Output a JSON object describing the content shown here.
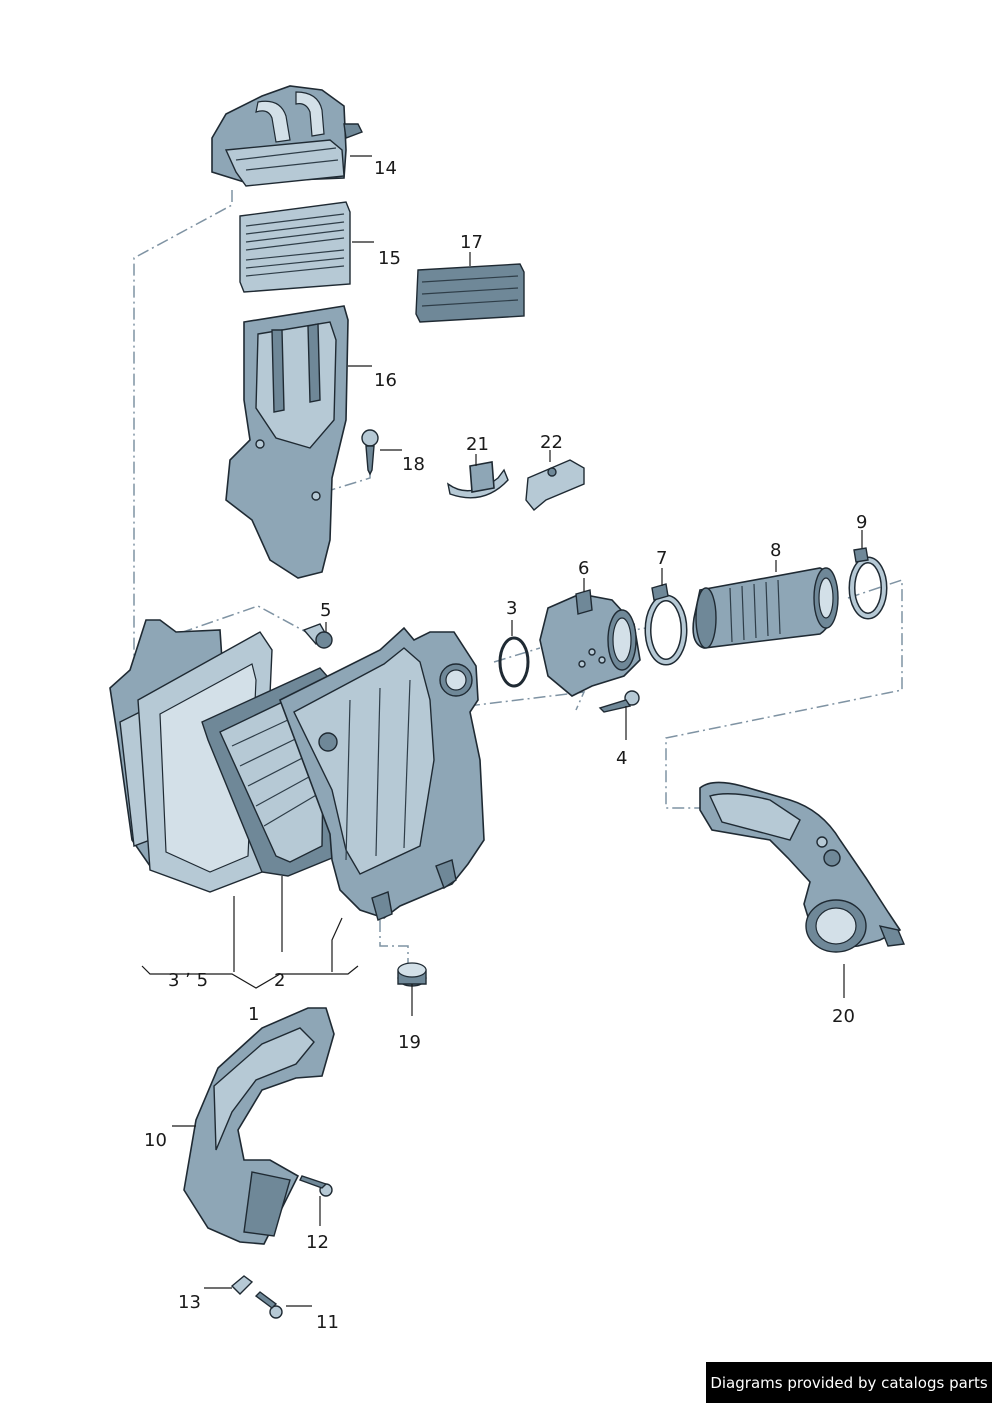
{
  "callouts": {
    "c1": "1",
    "c2": "2",
    "c3": "3",
    "c3_5": "3 ʼ 5",
    "c4": "4",
    "c5": "5",
    "c6": "6",
    "c7": "7",
    "c8": "8",
    "c9": "9",
    "c10": "10",
    "c11": "11",
    "c12": "12",
    "c13": "13",
    "c14": "14",
    "c15": "15",
    "c16": "16",
    "c17": "17",
    "c18": "18",
    "c19": "19",
    "c20": "20",
    "c21": "21",
    "c22": "22",
    "c2_group": "2"
  },
  "credit": "Diagrams provided by catalogs parts",
  "colors": {
    "part_fill": "#8ea6b6",
    "part_light": "#b6c9d5",
    "outline": "#1f2a33",
    "dash_line": "#7f93a3"
  }
}
